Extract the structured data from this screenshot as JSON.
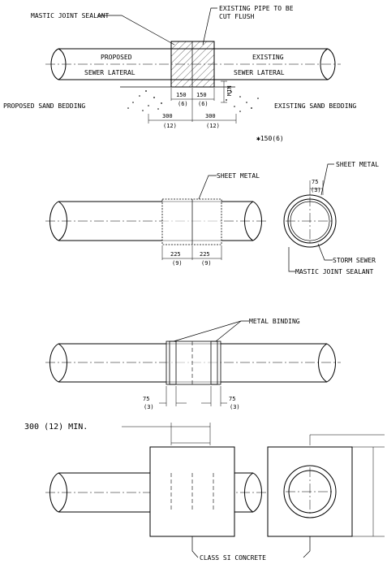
{
  "detail1": {
    "mastic_label": "MASTIC JOINT SEALANT",
    "existing_pipe_line1": "EXISTING PIPE TO BE",
    "existing_pipe_line2": "CUT FLUSH",
    "proposed_line1": "PROPOSED",
    "proposed_line2": "SEWER LATERAL",
    "existing_line1": "EXISTING",
    "existing_line2": "SEWER LATERAL",
    "proposed_bedding": "PROPOSED SAND BEDDING",
    "existing_bedding": "EXISTING SAND BEDDING",
    "dim_150_left": "150",
    "dim_6_left": "(6)",
    "dim_150_right": "150",
    "dim_6_right": "(6)",
    "dim_300_left": "300",
    "dim_12_left": "(12)",
    "dim_300_right": "300",
    "dim_12_right": "(12)",
    "vertical_min": "MIN",
    "footnote": "✱150(6)"
  },
  "detail2": {
    "sheet_metal_label": "SHEET METAL",
    "sheet_metal_right_label": "SHEET METAL",
    "dim_75": "75",
    "dim_3": "(3)",
    "dim_225_left": "225",
    "dim_9_left": "(9)",
    "dim_225_right": "225",
    "dim_9_right": "(9)",
    "storm_sewer": "STORM SEWER",
    "mastic_sealant": "MASTIC JOINT SEALANT"
  },
  "detail3": {
    "metal_binding": "METAL BINDING",
    "dim_75_left": "75",
    "dim_3_left": "(3)",
    "dim_75_right": "75",
    "dim_3_right": "(3)"
  },
  "detail4": {
    "min_label": "300 (12) MIN.",
    "concrete_label": "CLASS SI CONCRETE"
  }
}
